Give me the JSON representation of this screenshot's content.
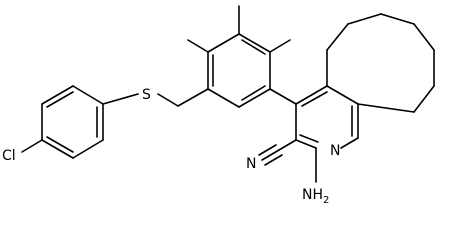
{
  "labels": {
    "chlorine": "Cl",
    "sulfur": "S",
    "nitrile_nitrogen": "N",
    "ring_nitrogen": "N",
    "amino_main": "NH",
    "amino_subscript": "2"
  },
  "colors": {
    "background": "#ffffff",
    "bond": "#000000",
    "text": "#000000"
  }
}
